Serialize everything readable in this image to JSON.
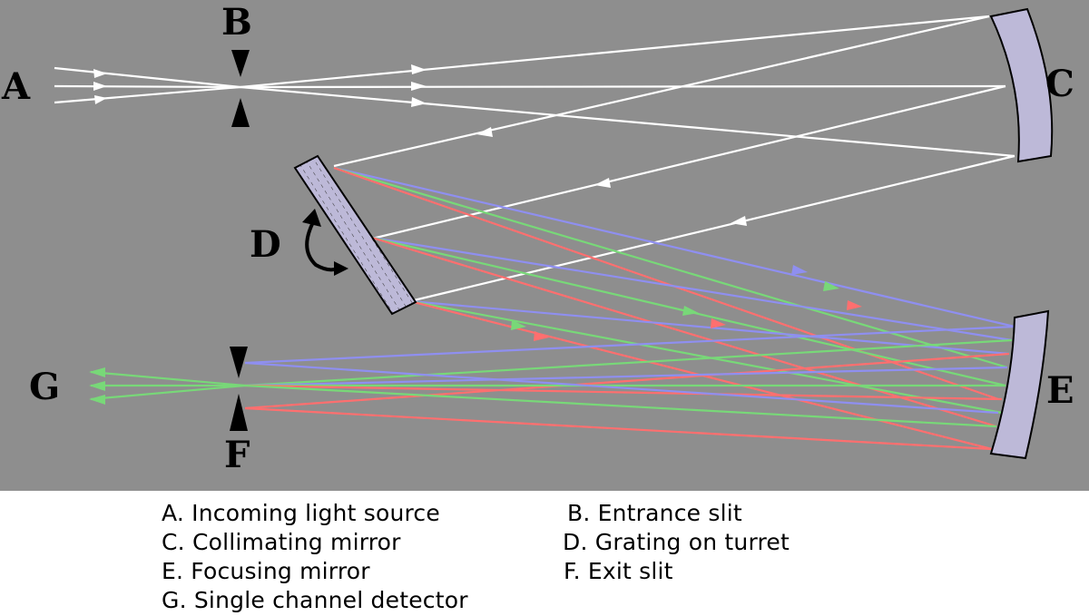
{
  "diagram": {
    "background": "#8e8e8e",
    "mirror_fill": "#bdb9d8",
    "ray_colors": {
      "white": "#ffffff",
      "red": "#ff6f6f",
      "green": "#78d878",
      "blue": "#8f8ff0"
    },
    "labels": {
      "A": "A",
      "B": "B",
      "C": "C",
      "D": "D",
      "E": "E",
      "F": "F",
      "G": "G"
    }
  },
  "legend": {
    "A": "A. Incoming light source",
    "B": "B. Entrance slit",
    "C": "C. Collimating mirror",
    "D": "D. Grating on turret",
    "E": "E. Focusing mirror",
    "F": "F. Exit slit",
    "G": "G. Single channel detector"
  }
}
